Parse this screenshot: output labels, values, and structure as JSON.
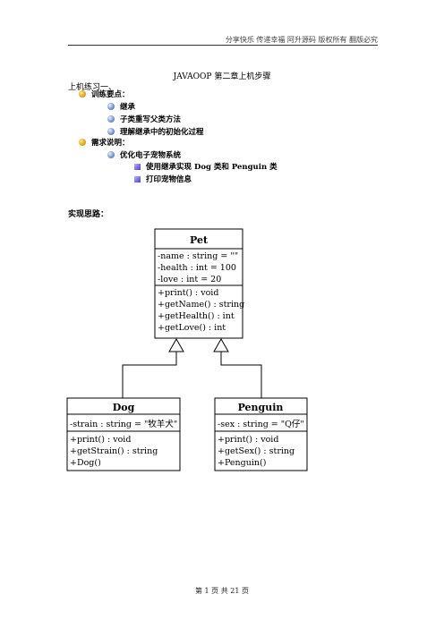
{
  "header": {
    "text": "分享快乐  传递幸福  阿升源码  版权所有  翻版必究"
  },
  "document": {
    "title": "JAVAOOP 第二章上机步骤",
    "exercise_label": "上机练习一、"
  },
  "outline": {
    "training_points": {
      "label": "训练要点：",
      "items": [
        "继承",
        "子类重写父类方法",
        "理解继承中的初始化过程"
      ]
    },
    "requirements": {
      "label": "需求说明：",
      "sub_label": "优化电子宠物系统",
      "items": [
        "使用继承实现 Dog 类和 Penguin 类",
        "打印宠物信息"
      ]
    }
  },
  "section_title": "实现思路：",
  "uml": {
    "pet": {
      "name": "Pet",
      "attributes": [
        "-name : string = \"\"",
        "-health : int = 100",
        "-love : int = 20"
      ],
      "methods": [
        "+print() : void",
        "+getName() : string",
        "+getHealth() : int",
        "+getLove() : int"
      ]
    },
    "dog": {
      "name": "Dog",
      "attributes": [
        "-strain : string = \"牧羊犬\""
      ],
      "methods": [
        "+print() : void",
        "+getStrain() : string",
        "+Dog()"
      ]
    },
    "penguin": {
      "name": "Penguin",
      "attributes": [
        "-sex : string = \"Q仔\""
      ],
      "methods": [
        "+print() : void",
        "+getSex() : string",
        "+Penguin()"
      ]
    }
  },
  "footer": {
    "text": "第  1  页  共  21  页"
  }
}
